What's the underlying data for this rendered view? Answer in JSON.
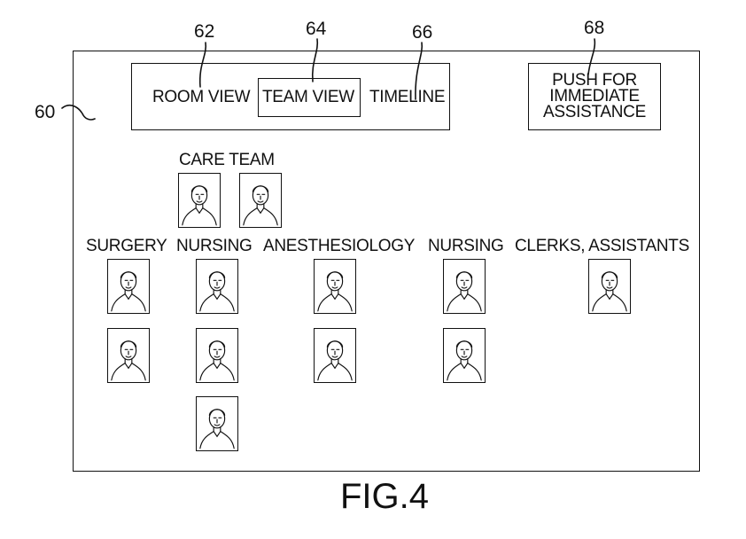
{
  "refs": {
    "screen": "60",
    "room": "62",
    "team": "64",
    "timeline": "66",
    "push": "68"
  },
  "tabs": {
    "room": "ROOM VIEW",
    "team": "TEAM VIEW",
    "timeline": "TIMELINE"
  },
  "push_button": {
    "line1": "PUSH FOR",
    "line2": "IMMEDIATE",
    "line3": "ASSISTANCE"
  },
  "care_team": {
    "label": "CARE TEAM"
  },
  "groups": {
    "surgery": "SURGERY",
    "nursing1": "NURSING",
    "anesthesiology": "ANESTHESIOLOGY",
    "nursing2": "NURSING",
    "clerks": "CLERKS, ASSISTANTS"
  },
  "figure": {
    "label": "FIG.4"
  },
  "icons": {
    "person": "person-portrait-icon"
  }
}
